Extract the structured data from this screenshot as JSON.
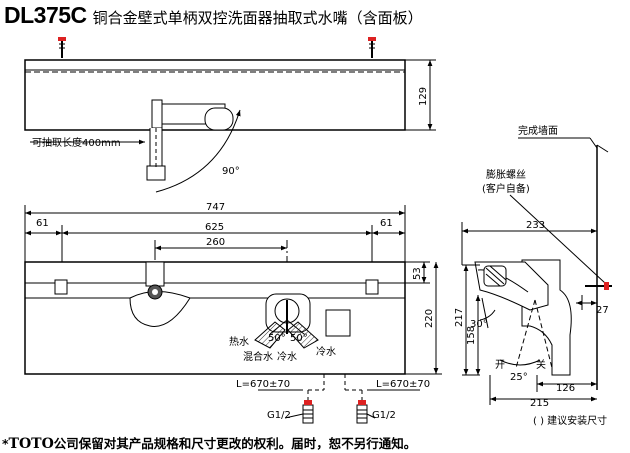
{
  "title": {
    "model": "DL375C",
    "description": "铜合金壁式单柄双控洗面器抽取式水嘴（含面板）"
  },
  "top_view": {
    "height_dim": "129",
    "pullout_note": "可抽取长度400mm",
    "angle": "90°"
  },
  "front_view": {
    "overall_width": "747",
    "mount_width": "625",
    "center_width": "260",
    "left_margin": "61",
    "right_margin": "61",
    "top_height": "53",
    "height": "220",
    "hot_label": "热水",
    "cold_label": "冷水",
    "mix_label": "混合水",
    "cold_label_2": "冷水",
    "angle_left": "50°",
    "angle_right": "50°",
    "hose_left": "L=670±70",
    "hose_right": "L=670±70",
    "thread_left": "G1/2",
    "thread_right": "G1/2"
  },
  "side_view": {
    "wall_label": "完成墙面",
    "bolt_label_line1": "膨胀螺丝",
    "bolt_label_line2": "(客户自备)",
    "depth": "233",
    "wall_gap": "27",
    "height_217": "217",
    "height_158": "158",
    "angle_30": "30°",
    "angle_25": "25°",
    "open_label": "开",
    "close_label": "关",
    "depth_126": "126",
    "depth_215": "215",
    "note": "( ) 建议安装尺寸"
  },
  "footer": {
    "star": "*",
    "brand": "TOTO",
    "text": "公司保留对其产品规格和尺寸更改的权利。届时，恕不另行通知。"
  }
}
